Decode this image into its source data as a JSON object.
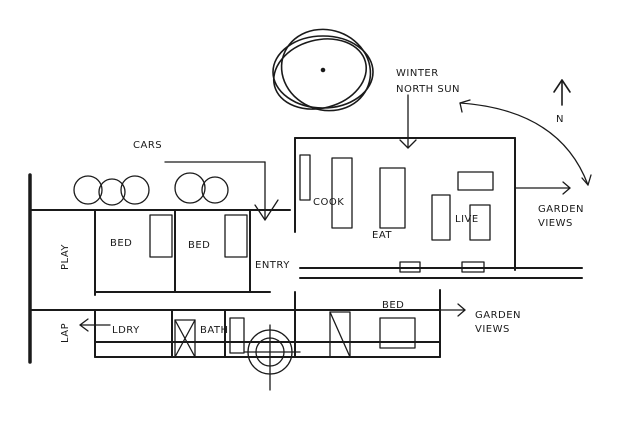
{
  "labels": {
    "sun": "WINTER\nNORTH SUN",
    "sun_line1": "WINTER",
    "sun_line2": "NORTH SUN",
    "north": "N",
    "cars": "CARS",
    "garden_views_top_1": "GARDEN",
    "garden_views_top_2": "VIEWS",
    "cook": "COOK",
    "eat": "EAT",
    "live": "LIVE",
    "bed_1": "BED",
    "bed_2": "BED",
    "entry": "ENTRY",
    "bed_3": "BED",
    "garden_views_bottom_1": "GARDEN",
    "garden_views_bottom_2": "VIEWS",
    "play": "PLAY",
    "lap": "LAP",
    "ldry": "LDRY",
    "bath": "BATH"
  }
}
